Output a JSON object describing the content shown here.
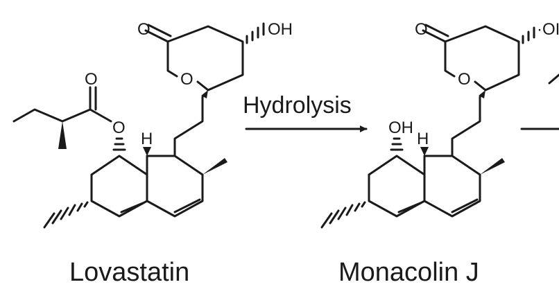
{
  "reaction": {
    "reactant": {
      "name": "Lovastatin"
    },
    "arrow": {
      "label": "Hydrolysis"
    },
    "product": {
      "name": "Monacolin J"
    }
  },
  "atom_labels": {
    "oxygen": "O",
    "hydroxyl": "OH",
    "hydroxyl_cut": "·OI",
    "hydrogen": "H"
  },
  "colors": {
    "ink": "#1a1a1a",
    "background": "#ffffff"
  }
}
